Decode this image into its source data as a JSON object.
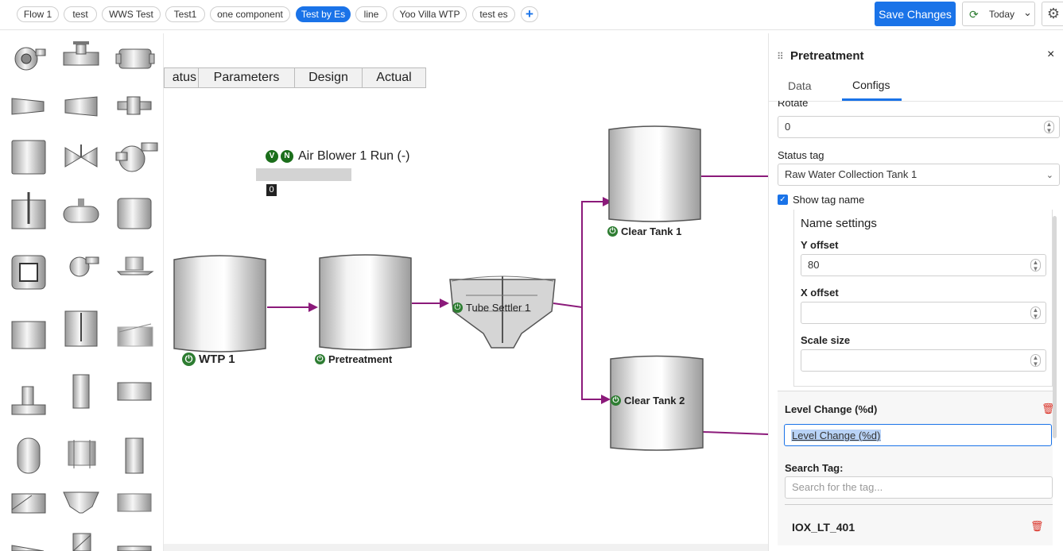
{
  "toolbar": {
    "tabs": [
      {
        "label": "Flow 1",
        "active": false
      },
      {
        "label": "test",
        "active": false
      },
      {
        "label": "WWS Test",
        "active": false
      },
      {
        "label": "Test1",
        "active": false
      },
      {
        "label": "one component",
        "active": false
      },
      {
        "label": "Test by Es",
        "active": true
      },
      {
        "label": "line",
        "active": false
      },
      {
        "label": "Yoo Villa WTP",
        "active": false
      },
      {
        "label": "test es",
        "active": false
      }
    ],
    "add_label": "+",
    "save_label": "Save Changes",
    "time_range": "Today",
    "icons": {
      "refresh": "refresh-icon",
      "chevron": "chevron-down-icon",
      "settings": "gear-icon"
    }
  },
  "palette": {
    "icons": [
      "blower-icon",
      "valve-pipe-icon",
      "horizontal-filter-icon",
      "cone-pipe-icon",
      "reducer-icon",
      "flow-meter-icon",
      "cylinder-tank-icon",
      "butterfly-valve-icon",
      "centrifugal-pump-icon",
      "mixer-tank-icon",
      "pressure-vessel-icon",
      "round-tank-icon",
      "square-basin-icon",
      "pump-icon",
      "aerator-icon",
      "open-tank-icon",
      "agitated-tank-icon",
      "pipe-rack-icon",
      "tee-pipe-icon",
      "vertical-pipe-icon",
      "horizontal-tank-icon",
      "capsule-tank-icon",
      "filter-press-icon",
      "vertical-mixer-icon",
      "sludge-tank-icon",
      "clarifier-icon",
      "channel-icon",
      "ramp-icon",
      "chute-icon",
      "tray-icon"
    ]
  },
  "canvas": {
    "table_headers": [
      "atus",
      "Parameters",
      "Design",
      "Actual"
    ],
    "blower": {
      "v_badge": "V",
      "n_badge": "N",
      "label": "Air Blower 1 Run (-)",
      "value": "0"
    },
    "components": [
      {
        "id": "wtp1",
        "label": "WTP 1"
      },
      {
        "id": "pretreatment",
        "label": "Pretreatment"
      },
      {
        "id": "tube-settler",
        "label": "Tube Settler 1"
      },
      {
        "id": "clear-tank-1",
        "label": "Clear Tank 1"
      },
      {
        "id": "clear-tank-2",
        "label": "Clear Tank 2"
      }
    ],
    "line_color": "#8b1a7a"
  },
  "panel": {
    "title": "Pretreatment",
    "close": "×",
    "tabs": [
      {
        "label": "Data",
        "active": false
      },
      {
        "label": "Configs",
        "active": true
      }
    ],
    "rotate_label": "Rotate",
    "rotate_value": "0",
    "status_tag_label": "Status tag",
    "status_tag_value": "Raw Water Collection Tank 1",
    "show_tag_label": "Show tag name",
    "show_tag_checked": true,
    "name_settings_title": "Name settings",
    "y_offset_label": "Y offset",
    "y_offset_value": "80",
    "x_offset_label": "X offset",
    "x_offset_value": "",
    "scale_label": "Scale size",
    "scale_value": "",
    "level_title": "Level Change (%d)",
    "level_value": "Level Change (%d)",
    "search_label": "Search Tag:",
    "search_placeholder": "Search for the tag...",
    "tag_item": "IOX_LT_401",
    "accent": "#1a73e8",
    "danger": "#d93025"
  }
}
